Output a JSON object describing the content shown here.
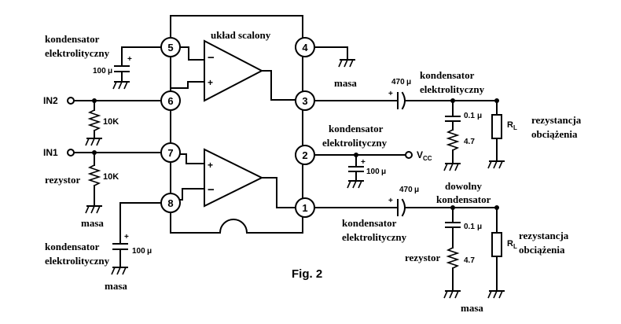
{
  "title": "układ scalony",
  "figure_label": "Fig. 2",
  "pins": [
    "1",
    "2",
    "3",
    "4",
    "5",
    "6",
    "7",
    "8"
  ],
  "opamp_signs": {
    "minus": "−",
    "plus": "+"
  },
  "inputs": {
    "in1": "IN1",
    "in2": "IN2",
    "vcc": "V",
    "vcc_sub": "CC"
  },
  "labels": {
    "cap_elec": "kondensator",
    "cap_elec_2": "elektrolityczny",
    "masa": "masa",
    "rezystor": "rezystor",
    "load_1": "rezystancja",
    "load_2": "obciążenia",
    "dowolny_1": "dowolny",
    "dowolny_2": "kondensator"
  },
  "values": {
    "c100": "100",
    "mu": "μ",
    "c470": "470",
    "c01": "0.1",
    "r47": "4.7",
    "r10k": "10K",
    "rl": "R",
    "rl_sub": "L",
    "plus": "+"
  }
}
